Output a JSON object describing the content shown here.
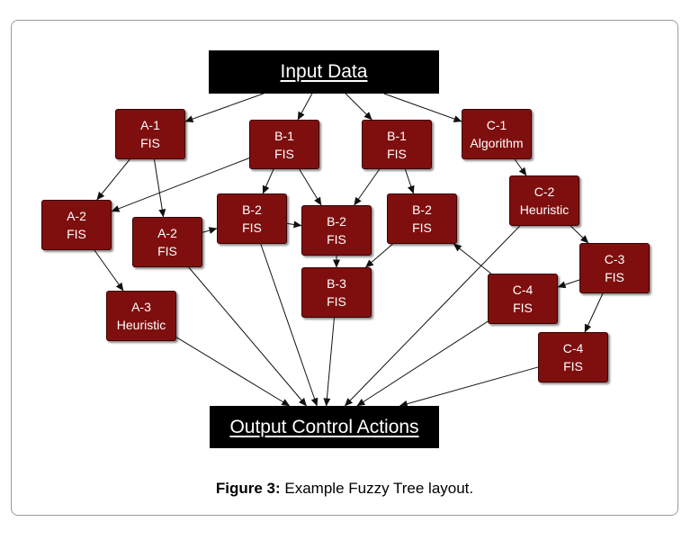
{
  "diagram": {
    "input": {
      "label": "Input Data"
    },
    "output": {
      "label": "Output Control Actions"
    },
    "nodes": [
      {
        "id": "a1",
        "line1": "A-1",
        "line2": "FIS"
      },
      {
        "id": "b1l",
        "line1": "B-1",
        "line2": "FIS"
      },
      {
        "id": "b1r",
        "line1": "B-1",
        "line2": "FIS"
      },
      {
        "id": "c1",
        "line1": "C-1",
        "line2": "Algorithm"
      },
      {
        "id": "a2l",
        "line1": "A-2",
        "line2": "FIS"
      },
      {
        "id": "a2r",
        "line1": "A-2",
        "line2": "FIS"
      },
      {
        "id": "b2l",
        "line1": "B-2",
        "line2": "FIS"
      },
      {
        "id": "b2m",
        "line1": "B-2",
        "line2": "FIS"
      },
      {
        "id": "b2r",
        "line1": "B-2",
        "line2": "FIS"
      },
      {
        "id": "c2",
        "line1": "C-2",
        "line2": "Heuristic"
      },
      {
        "id": "a3",
        "line1": "A-3",
        "line2": "Heuristic"
      },
      {
        "id": "b3",
        "line1": "B-3",
        "line2": "FIS"
      },
      {
        "id": "c3",
        "line1": "C-3",
        "line2": "FIS"
      },
      {
        "id": "c4a",
        "line1": "C-4",
        "line2": "FIS"
      },
      {
        "id": "c4b",
        "line1": "C-4",
        "line2": "FIS"
      }
    ],
    "edges": [
      [
        "input",
        "a1"
      ],
      [
        "input",
        "b1l"
      ],
      [
        "input",
        "b1r"
      ],
      [
        "input",
        "c1"
      ],
      [
        "a1",
        "a2l"
      ],
      [
        "a1",
        "a2r"
      ],
      [
        "b1l",
        "a2l"
      ],
      [
        "b1l",
        "b2l"
      ],
      [
        "b1l",
        "b2m"
      ],
      [
        "b1r",
        "b2m"
      ],
      [
        "b1r",
        "b2r"
      ],
      [
        "a2l",
        "a3"
      ],
      [
        "a2r",
        "b2l"
      ],
      [
        "b2l",
        "b2m"
      ],
      [
        "b2m",
        "b3"
      ],
      [
        "b2r",
        "b3"
      ],
      [
        "c1",
        "c2"
      ],
      [
        "c2",
        "c3"
      ],
      [
        "c3",
        "c4a"
      ],
      [
        "c3",
        "c4b"
      ],
      [
        "c4a",
        "b2r"
      ],
      [
        "a3",
        "output"
      ],
      [
        "a2r",
        "output"
      ],
      [
        "b2l",
        "output"
      ],
      [
        "b3",
        "output"
      ],
      [
        "c2",
        "output"
      ],
      [
        "c4a",
        "output"
      ],
      [
        "c4b",
        "output"
      ]
    ]
  },
  "caption": {
    "bold": "Figure 3:",
    "text": " Example Fuzzy Tree layout."
  }
}
